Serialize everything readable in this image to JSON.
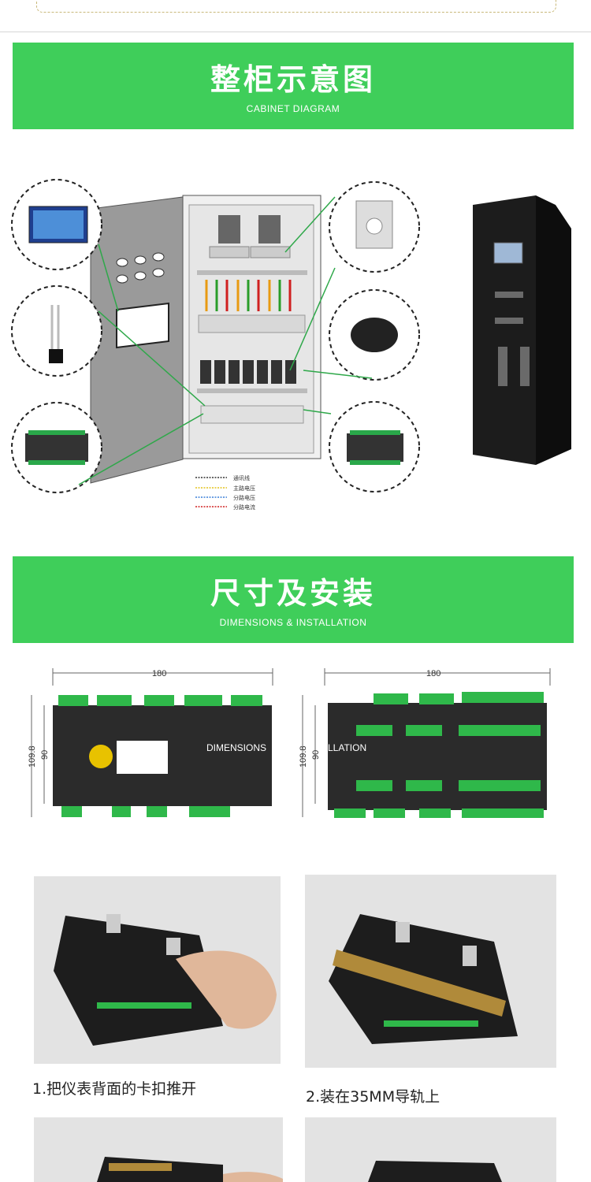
{
  "banners": {
    "cabinet": {
      "cn": "整柜示意图",
      "en": "CABINET DIAGRAM"
    },
    "dimensions": {
      "cn": "尺寸及安装",
      "en": "DIMENSIONS & INSTALLATION"
    }
  },
  "legend": [
    "通讯线",
    "主路电压",
    "分路电压",
    "分路电流"
  ],
  "dims": {
    "width": "180",
    "height_outer": "109.8",
    "height_inner": "90",
    "overlay_left": "DIMENSIONS",
    "overlay_right": "LLATION"
  },
  "captions": {
    "step1": "1.把仪表背面的卡扣推开",
    "step2": "2.装在35MM导轨上"
  },
  "colors": {
    "accent": "#3fce5a"
  }
}
